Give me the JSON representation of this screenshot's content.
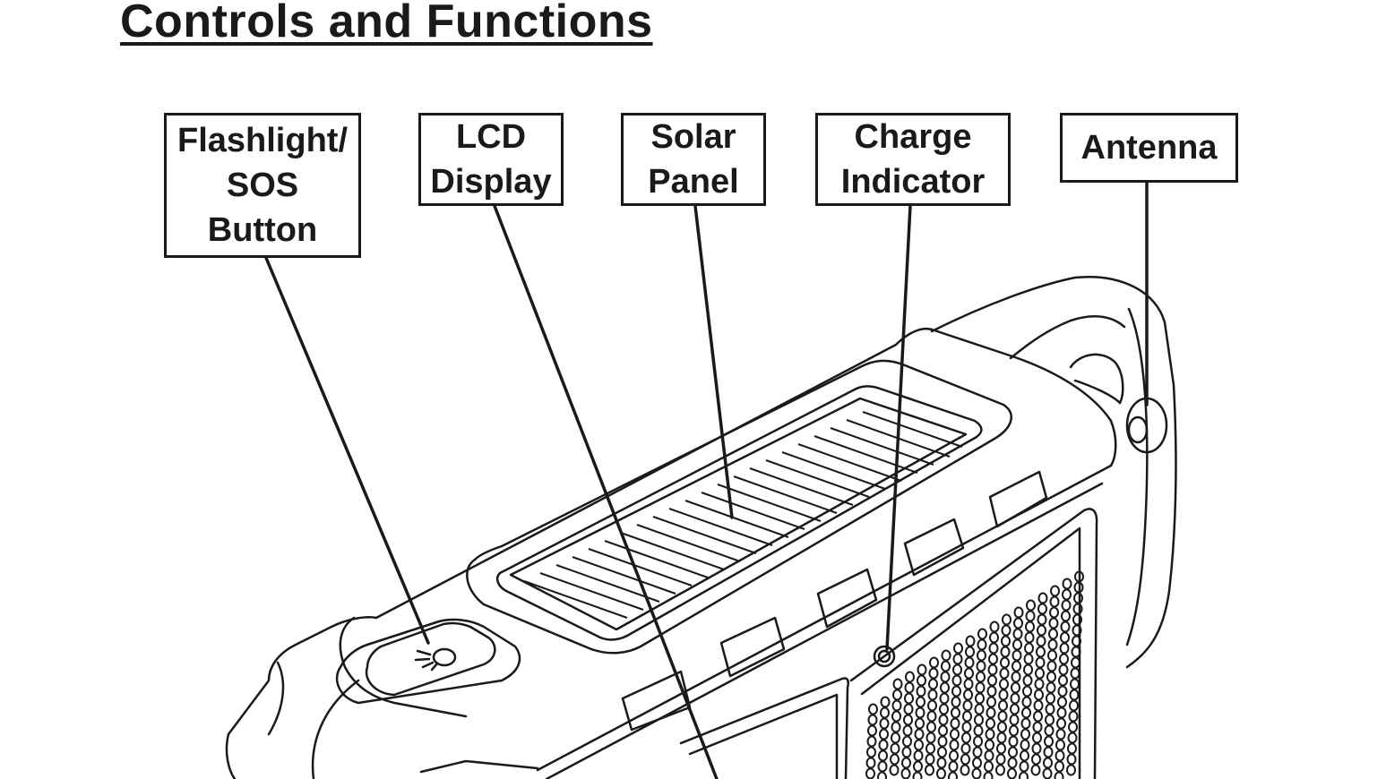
{
  "title": "Controls and Functions",
  "callouts": {
    "flashlight": [
      "Flashlight/",
      "SOS",
      "Button"
    ],
    "lcd": [
      "LCD",
      "Display"
    ],
    "solar": [
      "Solar",
      "Panel"
    ],
    "charge": [
      "Charge",
      "Indicator"
    ],
    "antenna": [
      "Antenna"
    ]
  },
  "colors": {
    "ink": "#1a1a1a",
    "background": "#ffffff"
  }
}
